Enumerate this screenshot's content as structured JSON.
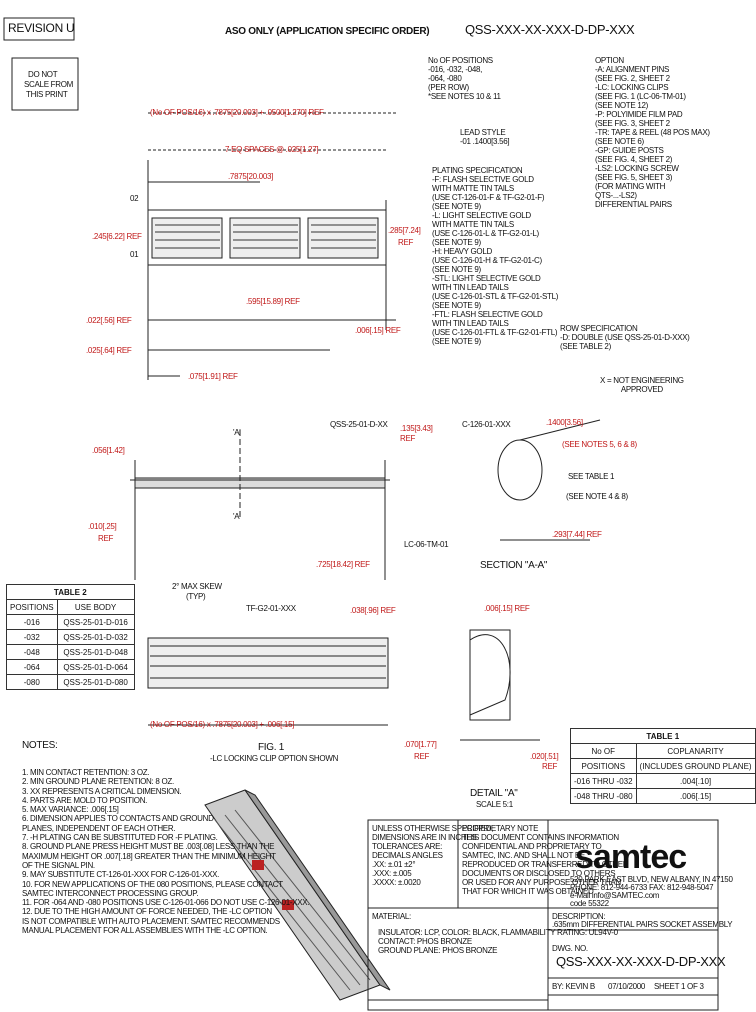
{
  "header": {
    "revision": "REVISION U",
    "scale_note": [
      "DO NOT",
      "SCALE FROM",
      "THIS PRINT"
    ],
    "title": "ASO ONLY (APPLICATION SPECIFIC ORDER)",
    "part_template": "QSS-XXX-XX-XXX-D-DP-XXX"
  },
  "dims": {
    "total_length": "(No OF POS/16) x .7875[20.003] + .0500[1.270] REF",
    "eq_spaces": "7 EQ SPACES @ .025[1.27]",
    "pitch": ".7875[20.003]",
    "pin02": "02",
    "pin01": "01",
    "height_left": ".245[6.22] REF",
    ".height_right": "",
    "height_right": ".285[7.24]",
    "ref": "REF",
    "d595": ".595[15.89] REF",
    "d022": ".022[.56] REF",
    "d006": ".006[.15] REF",
    "d025": ".025[.64] REF",
    "d075": ".075[1.91] REF"
  },
  "ordering": {
    "positions": [
      "No OF POSITIONS",
      "-016, -032, -048,",
      "-064, -080",
      "(PER ROW)",
      "*SEE NOTES 10 & 11"
    ],
    "lead_style": [
      "LEAD STYLE",
      "-01 .1400[3.56]"
    ],
    "plating": [
      "PLATING SPECIFICATION",
      "-F: FLASH SELECTIVE GOLD",
      "WITH MATTE TIN TAILS",
      "(USE CT-126-01-F & TF-G2-01-F)",
      "(SEE NOTE 9)",
      "-L: LIGHT SELECTIVE GOLD",
      "WITH MATTE TIN TAILS",
      "(USE C-126-01-L & TF-G2-01-L)",
      "(SEE NOTE 9)",
      "-H: HEAVY GOLD",
      "(USE C-126-01-H & TF-G2-01-C)",
      "(SEE NOTE 9)",
      "-STL: LIGHT SELECTIVE GOLD",
      "WITH TIN LEAD TAILS",
      "(USE C-126-01-STL & TF-G2-01-STL)",
      "(SEE NOTE 9)",
      "-FTL: FLASH SELECTIVE GOLD",
      "WITH TIN LEAD TAILS",
      "(USE C-126-01-FTL & TF-G2-01-FTL)",
      "(SEE NOTE 9)",
      "",
      "",
      "",
      "",
      "",
      ""
    ],
    "options": [
      "OPTION",
      "-A: ALIGNMENT PINS",
      "(SEE FIG. 2, SHEET 2",
      "-LC: LOCKING CLIPS",
      "(SEE FIG. 1 (LC-06-TM-01)",
      "(SEE NOTE 12)",
      "-P: POLYIMIDE FILM PAD",
      "(SEE FIG. 3, SHEET 2",
      "-TR: TAPE & REEL (48 POS MAX)",
      "(SEE NOTE 6)",
      "-GP: GUIDE POSTS",
      "(SEE FIG. 4, SHEET 2)",
      "-LS2: LOCKING SCREW",
      "(SEE FIG. 5, SHEET 3)",
      "(FOR MATING WITH",
      "QTS-...-LS2)",
      "DIFFERENTIAL PAIRS",
      "",
      "",
      "",
      "",
      "",
      "",
      "",
      "",
      ""
    ],
    "row_spec": [
      "ROW SPECIFICATION",
      "-D: DOUBLE (USE QSS-25-01-D-XXX)",
      "(SEE TABLE 2)"
    ],
    "x_note": [
      "X = NOT ENGINEERING",
      "APPROVED"
    ]
  },
  "side": {
    "part": "QSS-25-01-D-XX",
    "d135": ".135[3.43]",
    "ref": "REF",
    "a_top": "'A'",
    "a_bottom": "'A'",
    "d056": ".056[1.42]",
    "d010": ".010[.25]",
    "lc": "LC-06-TM-01",
    "d725": ".725[18.42] REF"
  },
  "section": {
    "part": "C-126-01-XXX",
    "d1400": ".1400[3.56]",
    "notes": "(SEE NOTES 5, 6 & 8)",
    "see_table": "SEE TABLE 1",
    "notes2": "(SEE NOTE 4 & 8)",
    "d293": ".293[7.44] REF",
    "title": "SECTION \"A-A\""
  },
  "table2": {
    "title": "TABLE 2",
    "headers": [
      "POSITIONS",
      "USE BODY"
    ],
    "rows": [
      [
        "-016",
        "QSS-25-01-D-016"
      ],
      [
        "-032",
        "QSS-25-01-D-032"
      ],
      [
        "-048",
        "QSS-25-01-D-048"
      ],
      [
        "-064",
        "QSS-25-01-D-064"
      ],
      [
        "-080",
        "QSS-25-01-D-080"
      ]
    ]
  },
  "bottom": {
    "skew": "2° MAX SKEW",
    "typ": "(TYP)",
    "part": "TF-G2-01-XXX",
    "d038": ".038[.96] REF",
    "length": "(No OF POS/16) x .7875[20.003] + .006[.15]",
    "d006": ".006[.15] REF"
  },
  "detail": {
    "d070": ".070[1.77]",
    "ref": "REF",
    "d020": ".020[.51]",
    "title": "DETAIL \"A\"",
    "scale": "SCALE 5:1"
  },
  "table1": {
    "title": "TABLE 1",
    "headers": [
      "No OF",
      "COPLANARITY"
    ],
    "headers2": [
      "POSITIONS",
      "(INCLUDES GROUND PLANE)"
    ],
    "rows": [
      [
        "-016 THRU -032",
        ".004[.10]"
      ],
      [
        "-048 THRU -080",
        ".006[.15]"
      ]
    ]
  },
  "notes": {
    "heading": "NOTES:",
    "items": [
      "1. MIN CONTACT RETENTION: 3 OZ.",
      "2. MIN GROUND PLANE RETENTION: 8 OZ.",
      "3. XX REPRESENTS A CRITICAL DIMENSION.",
      "4. PARTS ARE MOLD TO POSITION.",
      "5. MAX VARIANCE: .006[.15]",
      "6. DIMENSION APPLIES TO CONTACTS AND GROUND",
      "   PLANES, INDEPENDENT OF EACH OTHER.",
      "7. -H PLATING CAN BE SUBSTITUTED FOR -F PLATING.",
      "8. GROUND PLANE PRESS HEIGHT MUST BE .003[.08] LESS THAN THE",
      "   MAXIMUM HEIGHT OR .007[.18] GREATER THAN THE MINIMUM HEIGHT",
      "   OF THE SIGNAL PIN.",
      "9. MAY SUBSTITUTE CT-126-01-XXX FOR C-126-01-XXX.",
      "10. FOR NEW APPLICATIONS OF THE 080 POSITIONS, PLEASE CONTACT",
      "    SAMTEC INTERCONNECT PROCESSING GROUP.",
      "11. FOR -064 AND -080 POSITIONS USE C-126-01-066 DO NOT USE C-126-01-XXX.",
      "12. DUE TO THE HIGH AMOUNT OF FORCE NEEDED, THE -LC OPTION",
      "    IS NOT COMPATIBLE WITH AUTO PLACEMENT. SAMTEC RECOMMENDS",
      "    MANUAL PLACEMENT FOR ALL ASSEMBLIES WITH THE -LC OPTION.",
      "",
      "",
      "",
      "",
      "",
      ""
    ]
  },
  "fig": {
    "title": "FIG. 1",
    "subtitle": "-LC LOCKING CLIP OPTION SHOWN"
  },
  "titleblock": {
    "tol": [
      "UNLESS OTHERWISE SPECIFIED,",
      "DIMENSIONS ARE IN INCHES",
      "TOLERANCES ARE:",
      "DECIMALS   ANGLES",
      ".XX: ±.01    ±2°",
      ".XXX: ±.005",
      ".XXXX: ±.0020"
    ],
    "prop": [
      "PROPRIETARY NOTE",
      "THIS DOCUMENT CONTAINS INFORMATION",
      "CONFIDENTIAL AND PROPRIETARY TO",
      "SAMTEC, INC. AND SHALL NOT BE",
      "REPRODUCED OR TRANSFERRED TO OTHER",
      "DOCUMENTS OR DISCLOSED TO OTHERS",
      "OR USED FOR ANY PURPOSE OTHER THAN",
      "THAT FOR WHICH IT WAS OBTAINED"
    ],
    "logo": "samtec",
    "address": [
      "520 PARK EAST BLVD, NEW ALBANY, IN 47150",
      "PHONE: 812-944-6733  FAX: 812-948-5047",
      "e-Mail info@SAMTEC.com",
      "code 55322"
    ],
    "material_label": "MATERIAL:",
    "material": [
      "INSULATOR: LCP, COLOR: BLACK, FLAMMABILITY RATING: UL94V-0",
      "CONTACT: PHOS BRONZE",
      "GROUND PLANE: PHOS BRONZE"
    ],
    "desc_label": "DESCRIPTION:",
    "description": ".635mm DIFFERENTIAL PAIRS SOCKET ASSEMBLY",
    "dwg_label": "DWG. NO.",
    "dwg_no": "QSS-XXX-XX-XXX-D-DP-XXX",
    "by": "BY: KEVIN B",
    "date": "07/10/2000",
    "sheet": "SHEET 1 OF 3"
  }
}
